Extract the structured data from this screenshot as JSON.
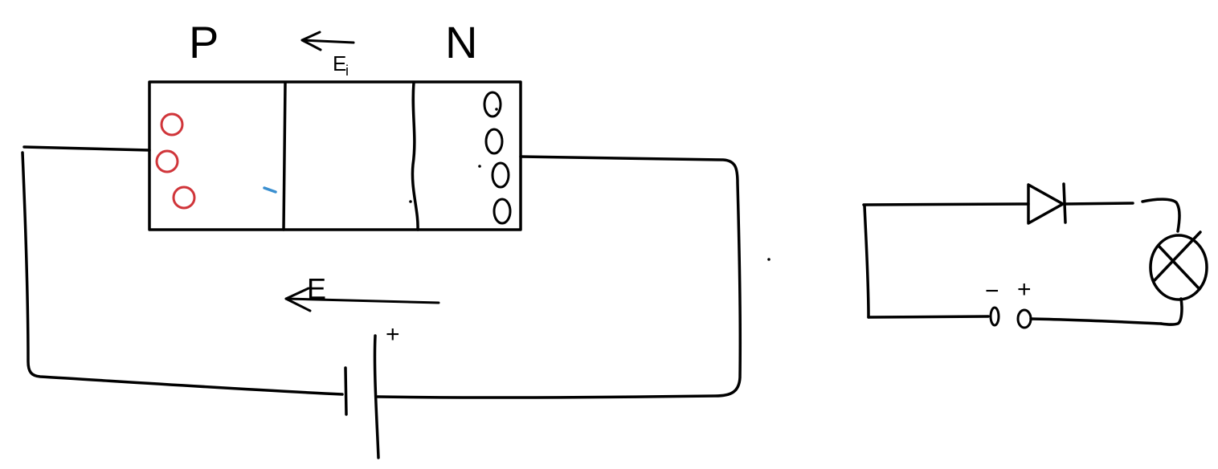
{
  "diagram": {
    "labels": {
      "p_region": "P",
      "n_region": "N",
      "internal_field": "E",
      "internal_field_subscript": "i",
      "external_field": "E",
      "battery_plus": "+",
      "source_minus": "−",
      "source_plus": "+"
    },
    "colors": {
      "ink": "#000000",
      "holes": "#d0353a",
      "accent_mark": "#3a8fd0"
    },
    "holes_count": 3,
    "electrons_count": 4
  }
}
